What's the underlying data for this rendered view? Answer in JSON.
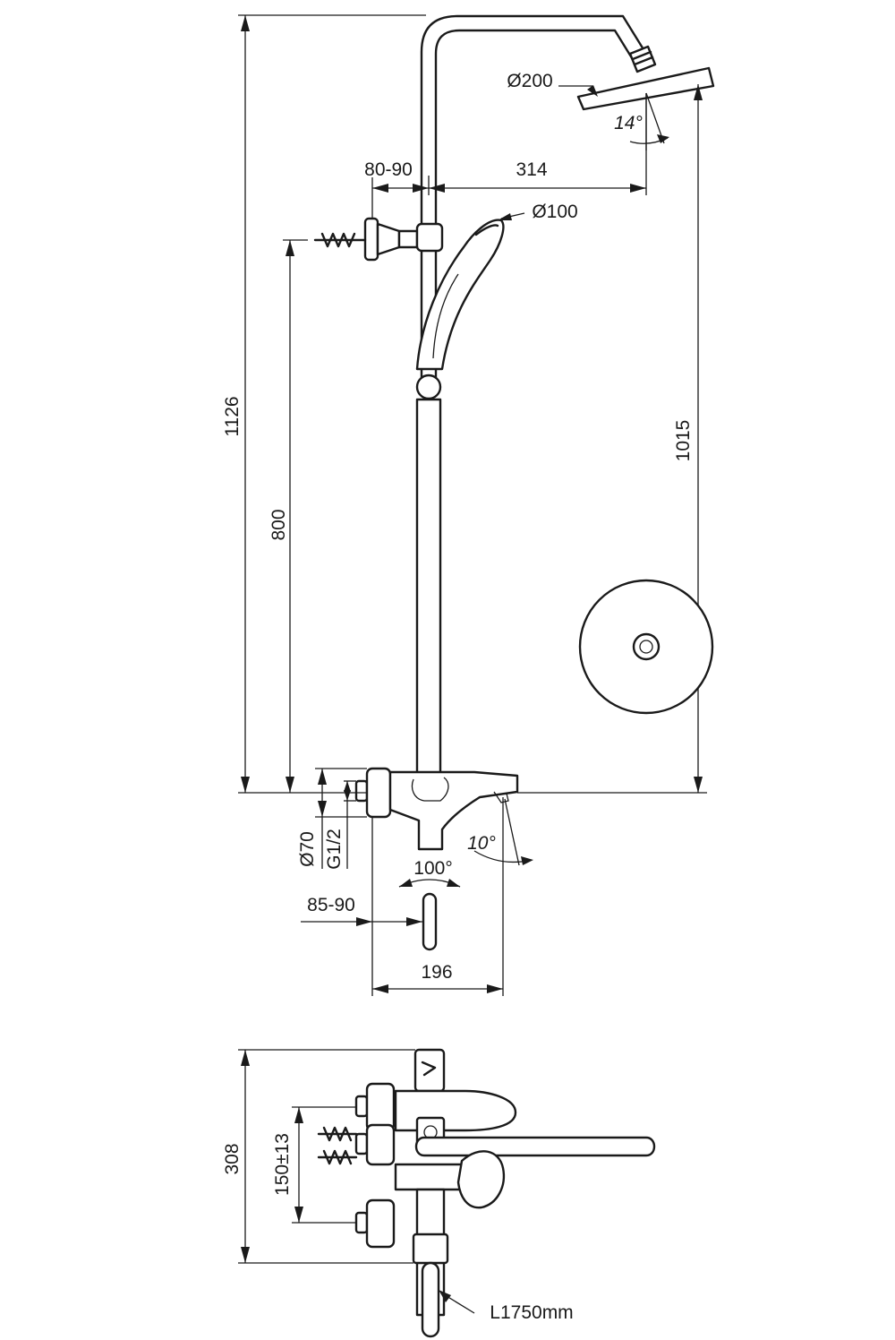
{
  "front_view": {
    "total_height": "1126",
    "bracket_height": "800",
    "overhead_height": "1015",
    "wall_offset_top": "80-90",
    "arm_reach": "314",
    "overhead_diameter": "Ø200",
    "overhead_tilt": "14°",
    "hand_shower_diameter": "Ø100",
    "mixer_diameter": "Ø70",
    "thread": "G1/2",
    "spout_angle": "10°",
    "lever_rotation": "100°",
    "wall_offset_bottom": "85-90",
    "spout_projection": "196"
  },
  "plan_view": {
    "total_depth": "308",
    "inlet_centres": "150±13",
    "hose_length": "L1750mm"
  }
}
